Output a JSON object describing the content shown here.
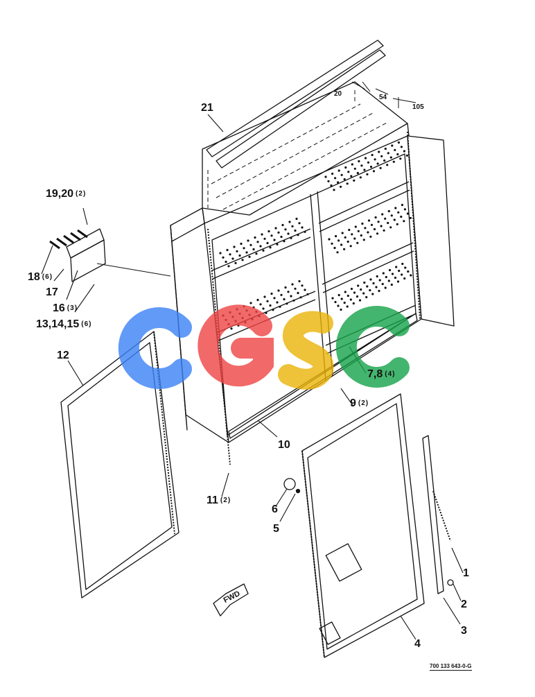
{
  "drawing_number": "700 133 643-0-G",
  "fwd_label": "FWD",
  "dimensions": {
    "d1": "20",
    "d2": "54",
    "d3": "105"
  },
  "callouts": {
    "c21": "21",
    "c19_20": "19,20",
    "c19_20_qty": "(2)",
    "c18": "18",
    "c18_qty": "(6)",
    "c17": "17",
    "c16": "16",
    "c16_qty": "(3)",
    "c13_15": "13,14,15",
    "c13_15_qty": "(6)",
    "c12": "12",
    "c11": "11",
    "c11_qty": "(2)",
    "c10": "10",
    "c9": "9",
    "c9_qty": "(2)",
    "c7_8": "7,8",
    "c7_8_qty": "(4)",
    "c6": "6",
    "c5": "5",
    "c4": "4",
    "c3": "3",
    "c2": "2",
    "c1": "1"
  },
  "watermark": {
    "text": "CGSC",
    "colors": [
      "#3b82f6",
      "#ef4444",
      "#eab308",
      "#16a34a"
    ]
  }
}
